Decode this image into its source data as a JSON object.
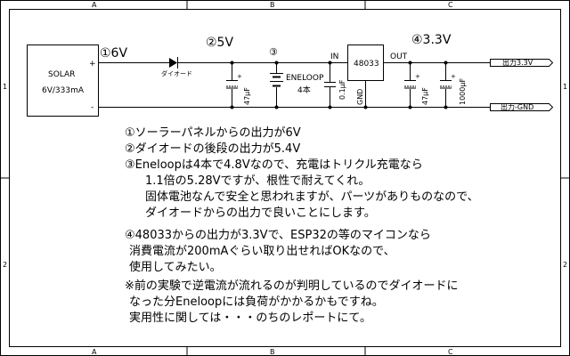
{
  "frame": {
    "cols": [
      "A",
      "B",
      "C"
    ],
    "rows": [
      "1",
      "2"
    ]
  },
  "schematic": {
    "solar": {
      "name": "SOLAR",
      "rating": "6V/333mA",
      "plus": "+",
      "minus": "-"
    },
    "nodes": {
      "n1": "①6V",
      "n2": "②5V",
      "n3": "③",
      "n4": "④3.3V"
    },
    "diode": "ダイオード",
    "cap1": "47μF",
    "battery": {
      "name": "ENELOOP",
      "count": "4本"
    },
    "cap2": "0.1μF",
    "regulator": {
      "name": "48033",
      "in": "IN",
      "out": "OUT",
      "gnd": "GND"
    },
    "cap3": "47μF",
    "cap4": "1000μF",
    "ports": {
      "out": "出力3.3V",
      "gnd": "出力-GND"
    }
  },
  "notes": [
    "①ソーラーパネルからの出力が6V",
    "②ダイオードの後段の出力が5.4V",
    "③Eneloopは4本で4.8Vなので、充電はトリクル充電なら",
    "　1.1倍の5.28Vですが、根性で耐えてくれ。",
    "　固体電池なんで安全と思われますが、パーツがありものなので、",
    "　ダイオードからの出力で良いことにします。",
    "④48033からの出力が3.3Vで、ESP32の等のマイコンなら",
    " 消費電流が200mAぐらい取り出せればOKなので、",
    " 使用してみたい。",
    "※前の実験で逆電流が流れるのが判明しているのでダイオードに",
    " なった分Eneloopには負荷がかかるかもですね。",
    " 実用性に関しては・・・のちのレポートにて。"
  ]
}
